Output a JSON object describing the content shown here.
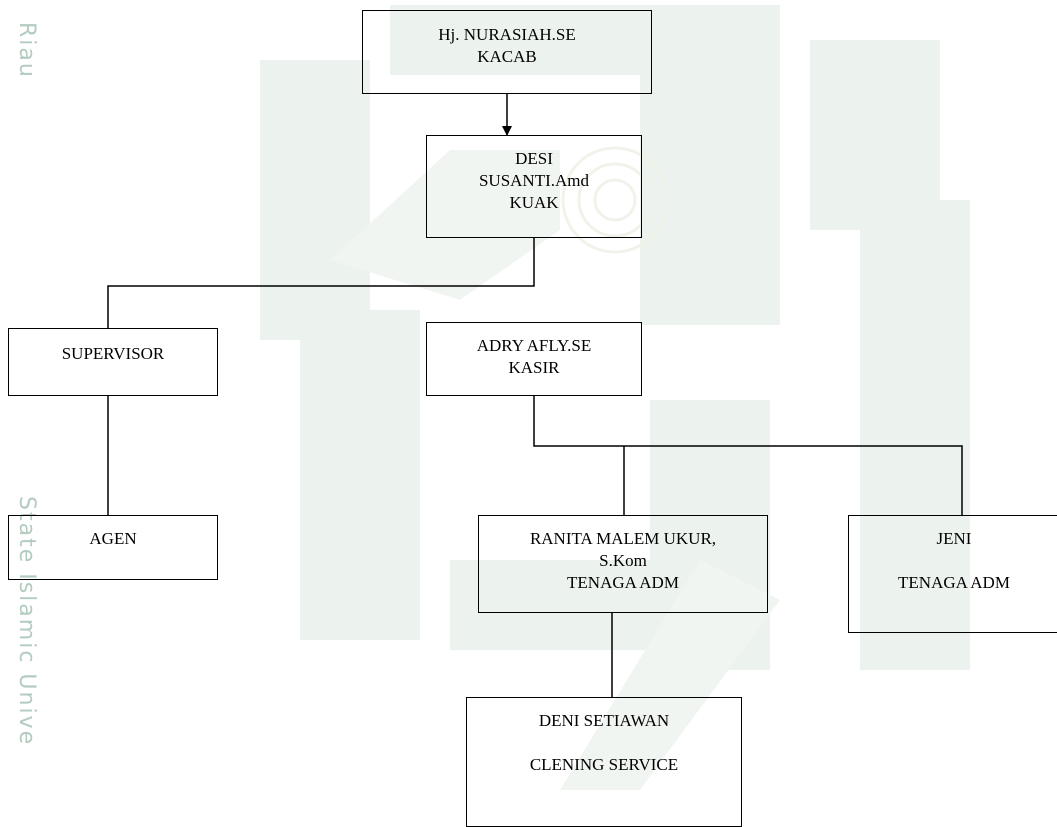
{
  "side_labels": {
    "top": "Riau",
    "bottom": "State Islamic Unive"
  },
  "nodes": {
    "kacab": {
      "name": "Hj. NURASIAH.SE",
      "role": "KACAB"
    },
    "kuak": {
      "name_line1": "DESI",
      "name_line2": "SUSANTI.Amd",
      "role": "KUAK"
    },
    "supervisor": {
      "role": "SUPERVISOR"
    },
    "agen": {
      "role": "AGEN"
    },
    "kasir": {
      "name": "ADRY AFLY.SE",
      "role": "KASIR"
    },
    "ranita": {
      "name_line1": "RANITA MALEM UKUR,",
      "name_line2": "S.Kom",
      "role": "TENAGA ADM"
    },
    "jeni": {
      "name": "JENI",
      "role": "TENAGA ADM"
    },
    "deni": {
      "name": "DENI SETIAWAN",
      "role": "CLENING SERVICE"
    }
  },
  "colors": {
    "watermark": "#e9f0ec",
    "side_text": "#b4cbc0",
    "lines": "#000000"
  }
}
